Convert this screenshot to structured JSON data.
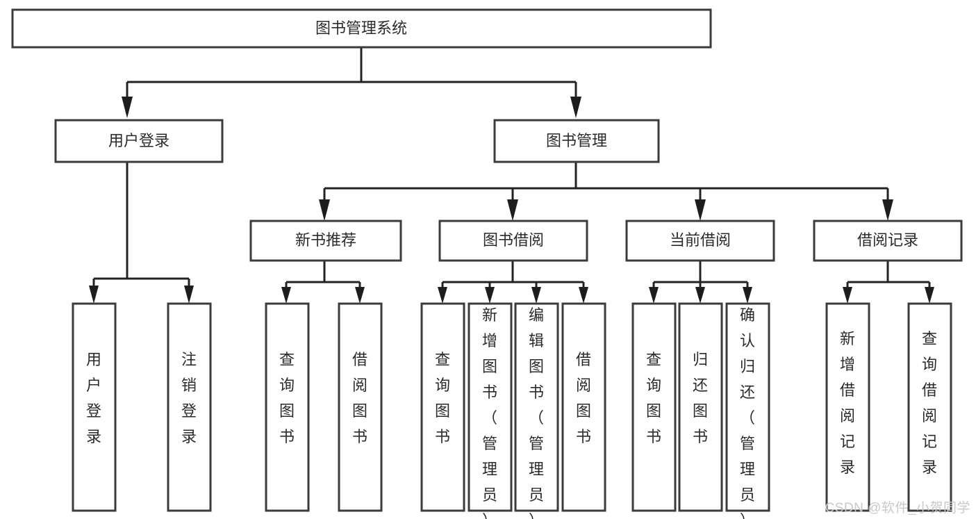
{
  "diagram": {
    "type": "tree-hierarchy",
    "title": "图书管理系统",
    "watermark": "CSDN @软件_小贺同学",
    "colors": {
      "box_fill": "#ffffff",
      "box_stroke": "#3b3b3b",
      "connector": "#232323",
      "text": "#2b2b2b",
      "watermark": "#c9c9c9",
      "background": "#ffffff"
    },
    "levels": [
      {
        "level": 1,
        "nodes": [
          {
            "id": "root",
            "label": "图书管理系统",
            "orientation": "horizontal"
          }
        ]
      },
      {
        "level": 2,
        "nodes": [
          {
            "id": "user-login",
            "label": "用户登录",
            "orientation": "horizontal",
            "parent": "root"
          },
          {
            "id": "book-manage",
            "label": "图书管理",
            "orientation": "horizontal",
            "parent": "root"
          }
        ]
      },
      {
        "level": 3,
        "nodes": [
          {
            "id": "new-book-rec",
            "label": "新书推荐",
            "orientation": "horizontal",
            "parent": "book-manage"
          },
          {
            "id": "book-borrow",
            "label": "图书借阅",
            "orientation": "horizontal",
            "parent": "book-manage"
          },
          {
            "id": "current-borrow",
            "label": "当前借阅",
            "orientation": "horizontal",
            "parent": "book-manage"
          },
          {
            "id": "borrow-record",
            "label": "借阅记录",
            "orientation": "horizontal",
            "parent": "book-manage"
          }
        ]
      },
      {
        "level": 4,
        "nodes": [
          {
            "id": "leaf-user-login",
            "label": "用户登录",
            "orientation": "vertical",
            "parent": "user-login"
          },
          {
            "id": "leaf-logout",
            "label": "注销登录",
            "orientation": "vertical",
            "parent": "user-login"
          },
          {
            "id": "leaf-query-book-1",
            "label": "查询图书",
            "orientation": "vertical",
            "parent": "new-book-rec"
          },
          {
            "id": "leaf-borrow-book-1",
            "label": "借阅图书",
            "orientation": "vertical",
            "parent": "new-book-rec"
          },
          {
            "id": "leaf-query-book-2",
            "label": "查询图书",
            "orientation": "vertical",
            "parent": "book-borrow"
          },
          {
            "id": "leaf-add-book",
            "label": "新增图书（管理员）",
            "orientation": "vertical",
            "parent": "book-borrow"
          },
          {
            "id": "leaf-edit-book",
            "label": "编辑图书（管理员）",
            "orientation": "vertical",
            "parent": "book-borrow"
          },
          {
            "id": "leaf-borrow-book-2",
            "label": "借阅图书",
            "orientation": "vertical",
            "parent": "book-borrow"
          },
          {
            "id": "leaf-query-book-3",
            "label": "查询图书",
            "orientation": "vertical",
            "parent": "current-borrow"
          },
          {
            "id": "leaf-return-book",
            "label": "归还图书",
            "orientation": "vertical",
            "parent": "current-borrow"
          },
          {
            "id": "leaf-confirm-return",
            "label": "确认归还（管理员）",
            "orientation": "vertical",
            "parent": "current-borrow"
          },
          {
            "id": "leaf-add-record",
            "label": "新增借阅记录",
            "orientation": "vertical",
            "parent": "borrow-record"
          },
          {
            "id": "leaf-query-record",
            "label": "查询借阅记录",
            "orientation": "vertical",
            "parent": "borrow-record"
          }
        ]
      }
    ]
  }
}
